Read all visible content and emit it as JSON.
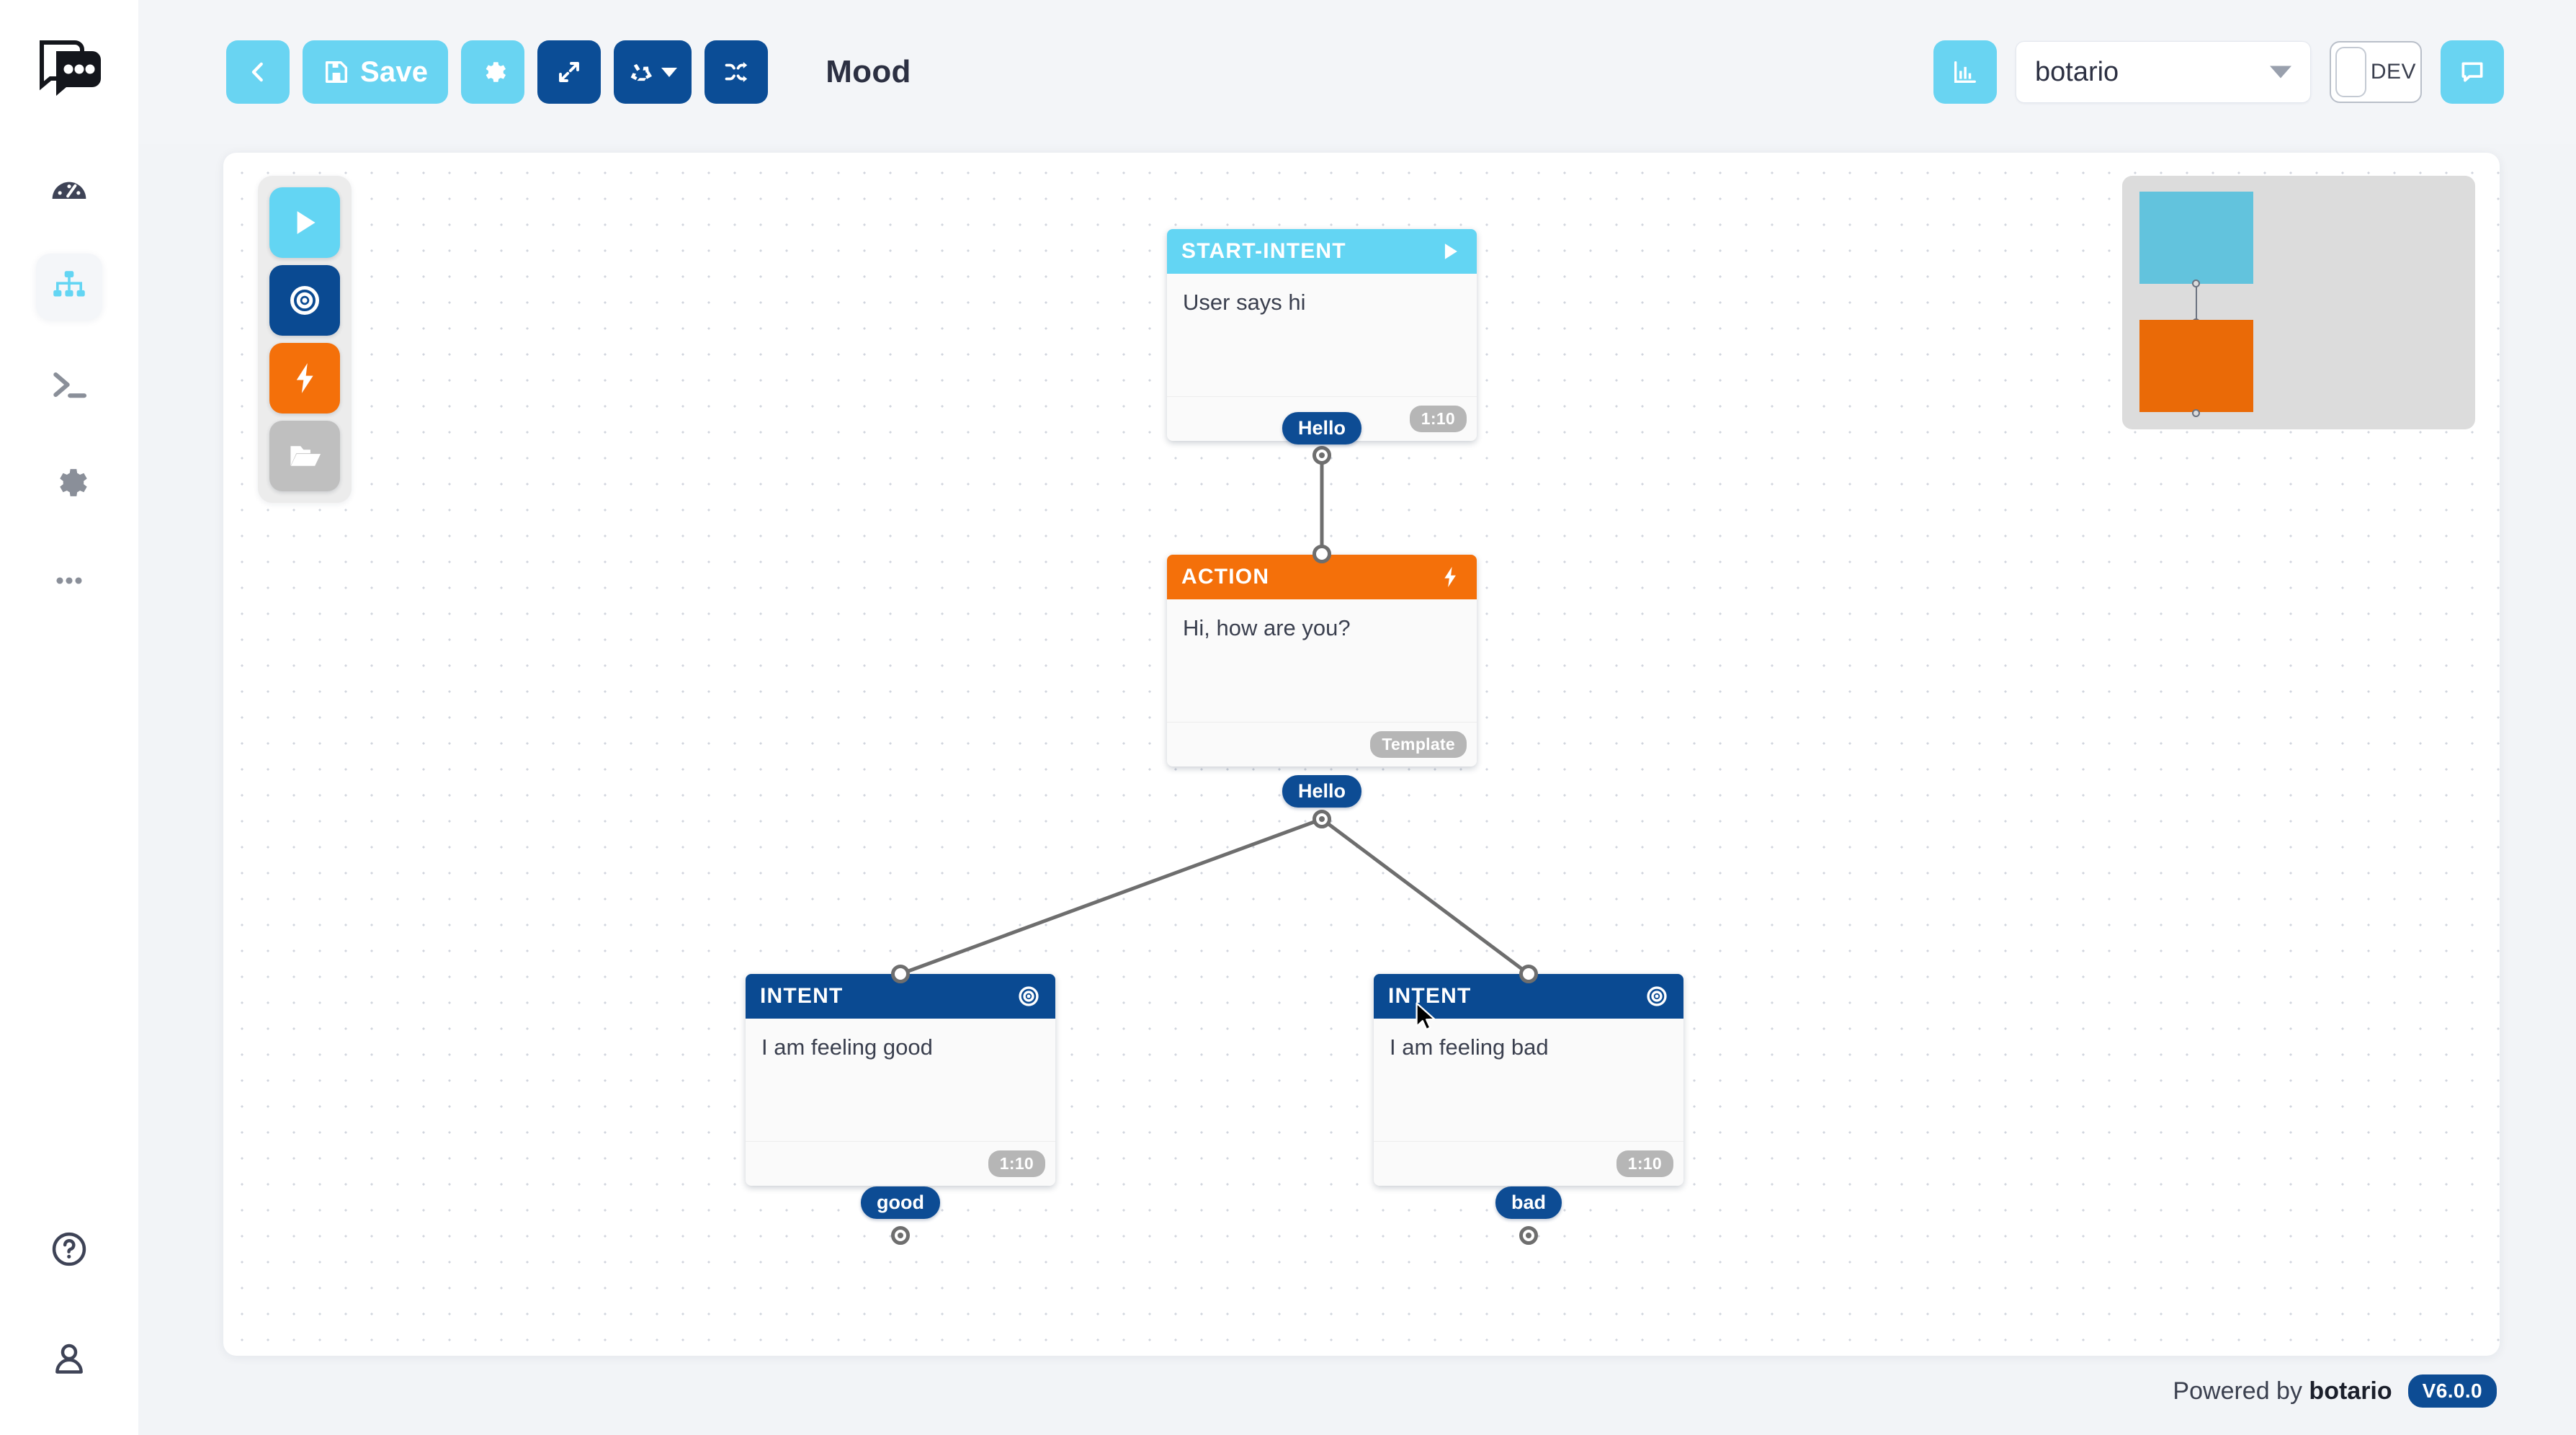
{
  "app": {
    "logo_icon": "chat-bubble-logo",
    "background_color": "#f2f4f7",
    "accent_light": "#63d5f3",
    "accent_dark": "#0a4a92",
    "accent_orange": "#f4700a"
  },
  "rail": {
    "items": [
      {
        "id": "dashboard",
        "icon": "dashboard-gauge-icon",
        "active": false
      },
      {
        "id": "flows",
        "icon": "flow-tree-icon",
        "active": true
      },
      {
        "id": "console",
        "icon": "terminal-icon",
        "active": false
      },
      {
        "id": "settings",
        "icon": "gear-icon",
        "active": false
      },
      {
        "id": "more",
        "icon": "ellipsis-icon",
        "active": false
      }
    ],
    "bottom": [
      {
        "id": "help",
        "icon": "question-circle-icon"
      },
      {
        "id": "account",
        "icon": "user-icon"
      }
    ]
  },
  "toolbar": {
    "back_label": "",
    "back_icon": "chevron-left-icon",
    "save_label": "Save",
    "save_icon": "floppy-disk-icon",
    "settings_icon": "gear-icon",
    "expand_icon": "expand-arrows-icon",
    "recycle_icon": "recycle-icon",
    "recycle_caret": "▼",
    "shuffle_icon": "shuffle-icon",
    "flow_title": "Mood"
  },
  "header_right": {
    "stats_icon": "bar-chart-icon",
    "bot_select": {
      "value": "botario",
      "caret": "▼"
    },
    "dev_toggle": {
      "label": "DEV",
      "on": false
    },
    "chat_icon": "chat-icon"
  },
  "palette": {
    "items": [
      {
        "id": "start",
        "icon": "play-icon",
        "color": "#63d5f3"
      },
      {
        "id": "intent",
        "icon": "target-icon",
        "color": "#0a4a92"
      },
      {
        "id": "action",
        "icon": "lightning-bolt-icon",
        "color": "#f4700a"
      },
      {
        "id": "folder",
        "icon": "folder-icon",
        "color": "#bfbfbf"
      }
    ]
  },
  "minimap": {
    "label": "minimap"
  },
  "flow": {
    "nodes": [
      {
        "id": "n1",
        "type": "START-INTENT",
        "title": "START-INTENT",
        "icon": "play-icon",
        "text": "User says hi",
        "chip": "1:10",
        "header_color": "#63d5f3"
      },
      {
        "id": "n2",
        "type": "ACTION",
        "title": "ACTION",
        "icon": "lightning-bolt-icon",
        "text": "Hi, how are you?",
        "chip": "Template",
        "header_color": "#f4700a"
      },
      {
        "id": "n3",
        "type": "INTENT",
        "title": "INTENT",
        "icon": "target-icon",
        "text": "I am feeling good",
        "chip": "1:10",
        "header_color": "#0a4a92"
      },
      {
        "id": "n4",
        "type": "INTENT",
        "title": "INTENT",
        "icon": "target-icon",
        "text": "I am feeling bad",
        "chip": "1:10",
        "header_color": "#0a4a92"
      }
    ],
    "edge_labels": [
      {
        "id": "e1",
        "label": "Hello"
      },
      {
        "id": "e2",
        "label": "Hello"
      },
      {
        "id": "e3",
        "label": "good"
      },
      {
        "id": "e4",
        "label": "bad"
      }
    ]
  },
  "footer": {
    "powered_prefix": "Powered by ",
    "brand": "botario",
    "version": "V6.0.0"
  }
}
